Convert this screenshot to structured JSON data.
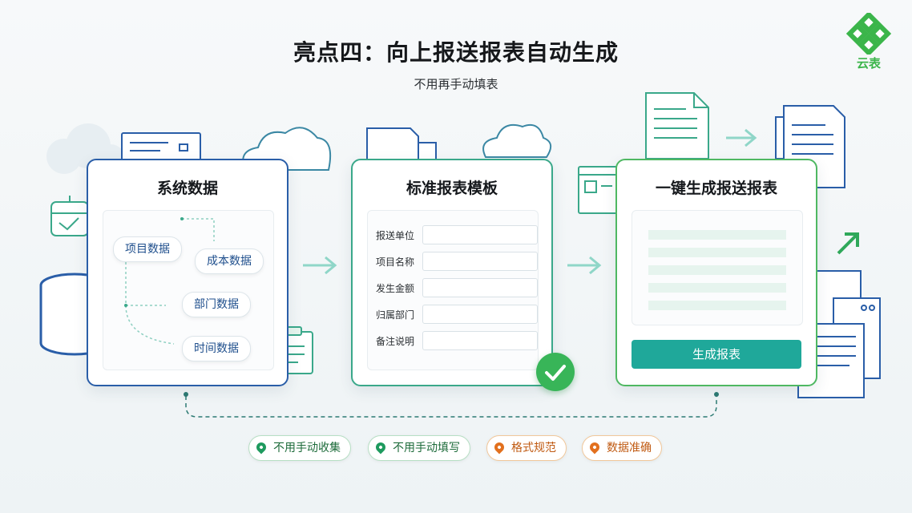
{
  "header": {
    "title": "亮点四：向上报送报表自动生成",
    "subtitle": "不用再手动填表",
    "logo_text": "云表"
  },
  "cards": {
    "system": {
      "title": "系统数据",
      "items": [
        "项目数据",
        "成本数据",
        "部门数据",
        "时间数据"
      ]
    },
    "template": {
      "title": "标准报表模板",
      "fields": [
        "报送单位",
        "项目名称",
        "发生金额",
        "归属部门",
        "备注说明"
      ]
    },
    "generate": {
      "title": "一键生成报送报表",
      "button": "生成报表"
    }
  },
  "tags": [
    {
      "label": "不用手动收集",
      "tone": "green"
    },
    {
      "label": "不用手动填写",
      "tone": "green"
    },
    {
      "label": "格式规范",
      "tone": "orange"
    },
    {
      "label": "数据准确",
      "tone": "orange"
    }
  ],
  "colors": {
    "blue": "#2a5ea8",
    "teal": "#3aa88a",
    "green": "#4fb862",
    "button": "#1fa89a",
    "tag_green": "#1e9a5e",
    "tag_orange": "#e2701e"
  },
  "icons": [
    "database-icon",
    "cloud-icon",
    "document-icon",
    "clipboard-icon",
    "calendar-icon",
    "checkmark-icon",
    "arrow-right-icon",
    "trend-up-arrow-icon",
    "location-pin-icon"
  ]
}
